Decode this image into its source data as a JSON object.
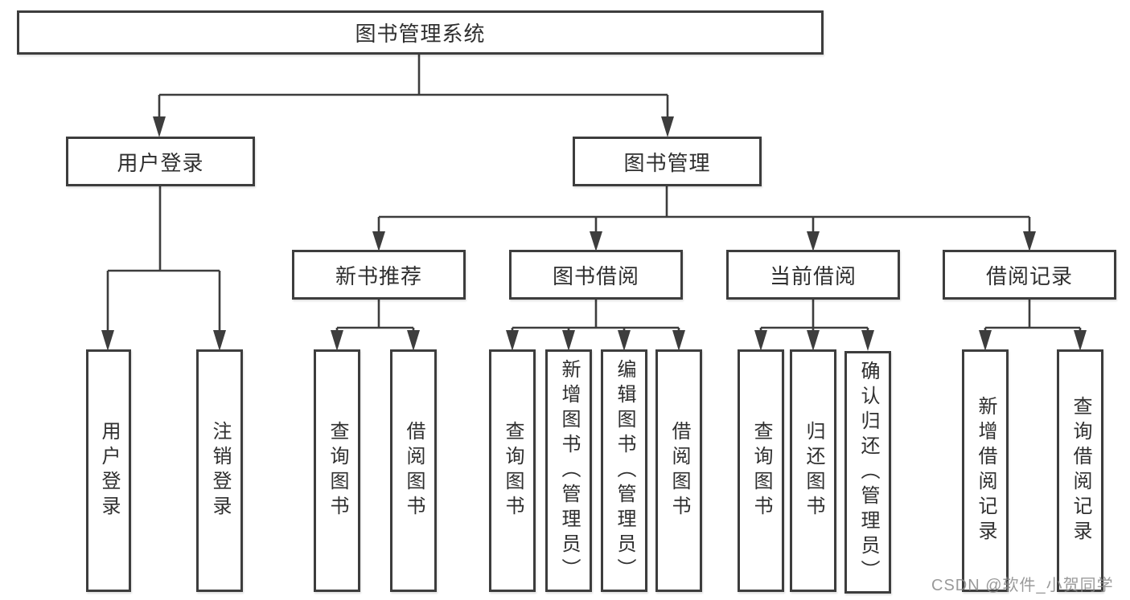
{
  "title": "图书管理系统",
  "level2": [
    {
      "label": "用户登录"
    },
    {
      "label": "图书管理"
    }
  ],
  "level3": [
    {
      "label": "新书推荐"
    },
    {
      "label": "图书借阅"
    },
    {
      "label": "当前借阅"
    },
    {
      "label": "借阅记录"
    }
  ],
  "leaves": {
    "user": [
      "用户登录",
      "注销登录"
    ],
    "newbook": [
      "查询图书",
      "借阅图书"
    ],
    "borrow": [
      "查询图书",
      "新增图书（管理员）",
      "编辑图书（管理员）",
      "借阅图书"
    ],
    "current": [
      "查询图书",
      "归还图书",
      "确认归还（管理员）"
    ],
    "records": [
      "新增借阅记录",
      "查询借阅记录"
    ]
  },
  "watermark": "CSDN @软件_小贺同学",
  "colors": {
    "line": "#3d3d3d",
    "box_fill": "#ffffff",
    "text": "#2f2f2f",
    "watermark": "#888888",
    "background": "#ffffff"
  }
}
